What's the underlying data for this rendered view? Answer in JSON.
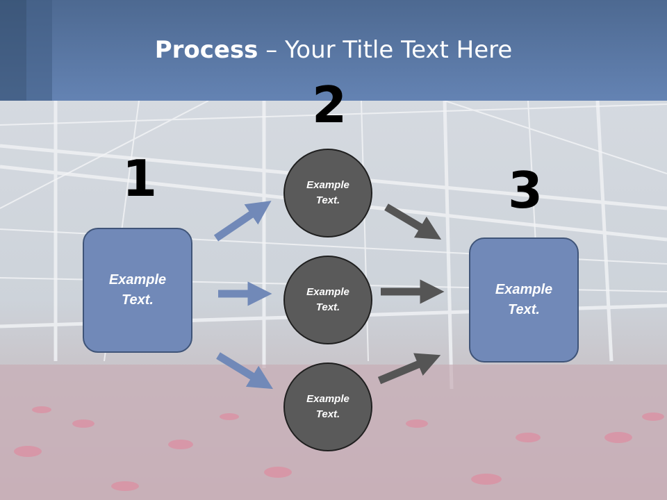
{
  "header": {
    "title_bold": "Process",
    "title_rest": " – Your Title Text Here"
  },
  "steps": {
    "one": "1",
    "two": "2",
    "three": "3"
  },
  "left_box": {
    "line1": "Example",
    "line2": "Text."
  },
  "right_box": {
    "line1": "Example",
    "line2": "Text."
  },
  "circles": [
    {
      "line1": "Example",
      "line2": "Text."
    },
    {
      "line1": "Example",
      "line2": "Text."
    },
    {
      "line1": "Example",
      "line2": "Text."
    }
  ],
  "colors": {
    "header": "#6483b3",
    "box": "#7189b8",
    "circle": "#5a5a5a",
    "arrow_blue": "#7189b8",
    "arrow_gray": "#555555"
  }
}
